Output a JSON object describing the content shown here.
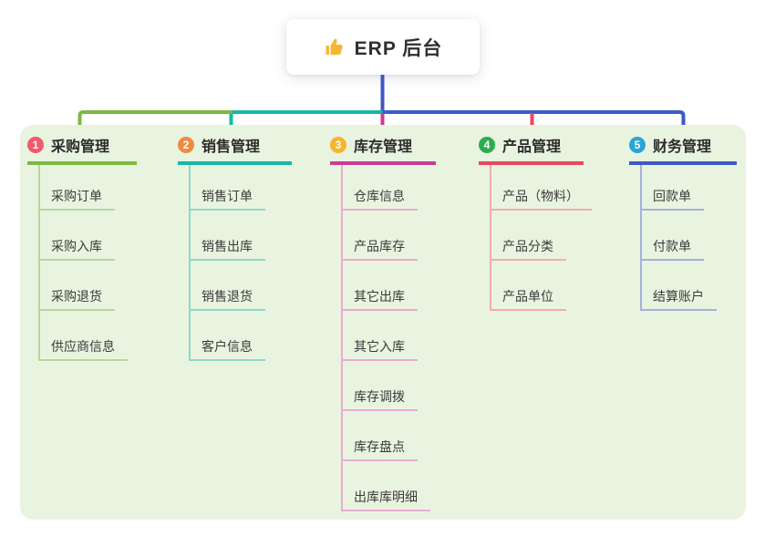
{
  "root": {
    "label": "ERP 后台",
    "icon": "thumbs-up-icon",
    "icon_color": "#f5b731"
  },
  "connector": {
    "stem_color": "#4257c5"
  },
  "panel": {
    "background": "#e9f4e0"
  },
  "branches": [
    {
      "number": "1",
      "label": "采购管理",
      "badge_color": "#f1596c",
      "line_color": "#7cb93e",
      "child_line_color": "#b6d79e",
      "children": [
        "采购订单",
        "采购入库",
        "采购退货",
        "供应商信息"
      ]
    },
    {
      "number": "2",
      "label": "销售管理",
      "badge_color": "#ef8b40",
      "line_color": "#14b8a5",
      "child_line_color": "#8fd8cc",
      "children": [
        "销售订单",
        "销售出库",
        "销售退货",
        "客户信息"
      ]
    },
    {
      "number": "3",
      "label": "库存管理",
      "badge_color": "#f4b62f",
      "line_color": "#cb3b97",
      "child_line_color": "#eaaad2",
      "children": [
        "仓库信息",
        "产品库存",
        "其它出库",
        "其它入库",
        "库存调拨",
        "库存盘点",
        "出库库明细"
      ]
    },
    {
      "number": "4",
      "label": "产品管理",
      "badge_color": "#2dad52",
      "line_color": "#e7485b",
      "child_line_color": "#f5abb1",
      "children": [
        "产品（物料）",
        "产品分类",
        "产品单位"
      ]
    },
    {
      "number": "5",
      "label": "财务管理",
      "badge_color": "#29a6d6",
      "line_color": "#3f5ac8",
      "child_line_color": "#a2b2dc",
      "children": [
        "回款单",
        "付款单",
        "结算账户"
      ]
    }
  ]
}
